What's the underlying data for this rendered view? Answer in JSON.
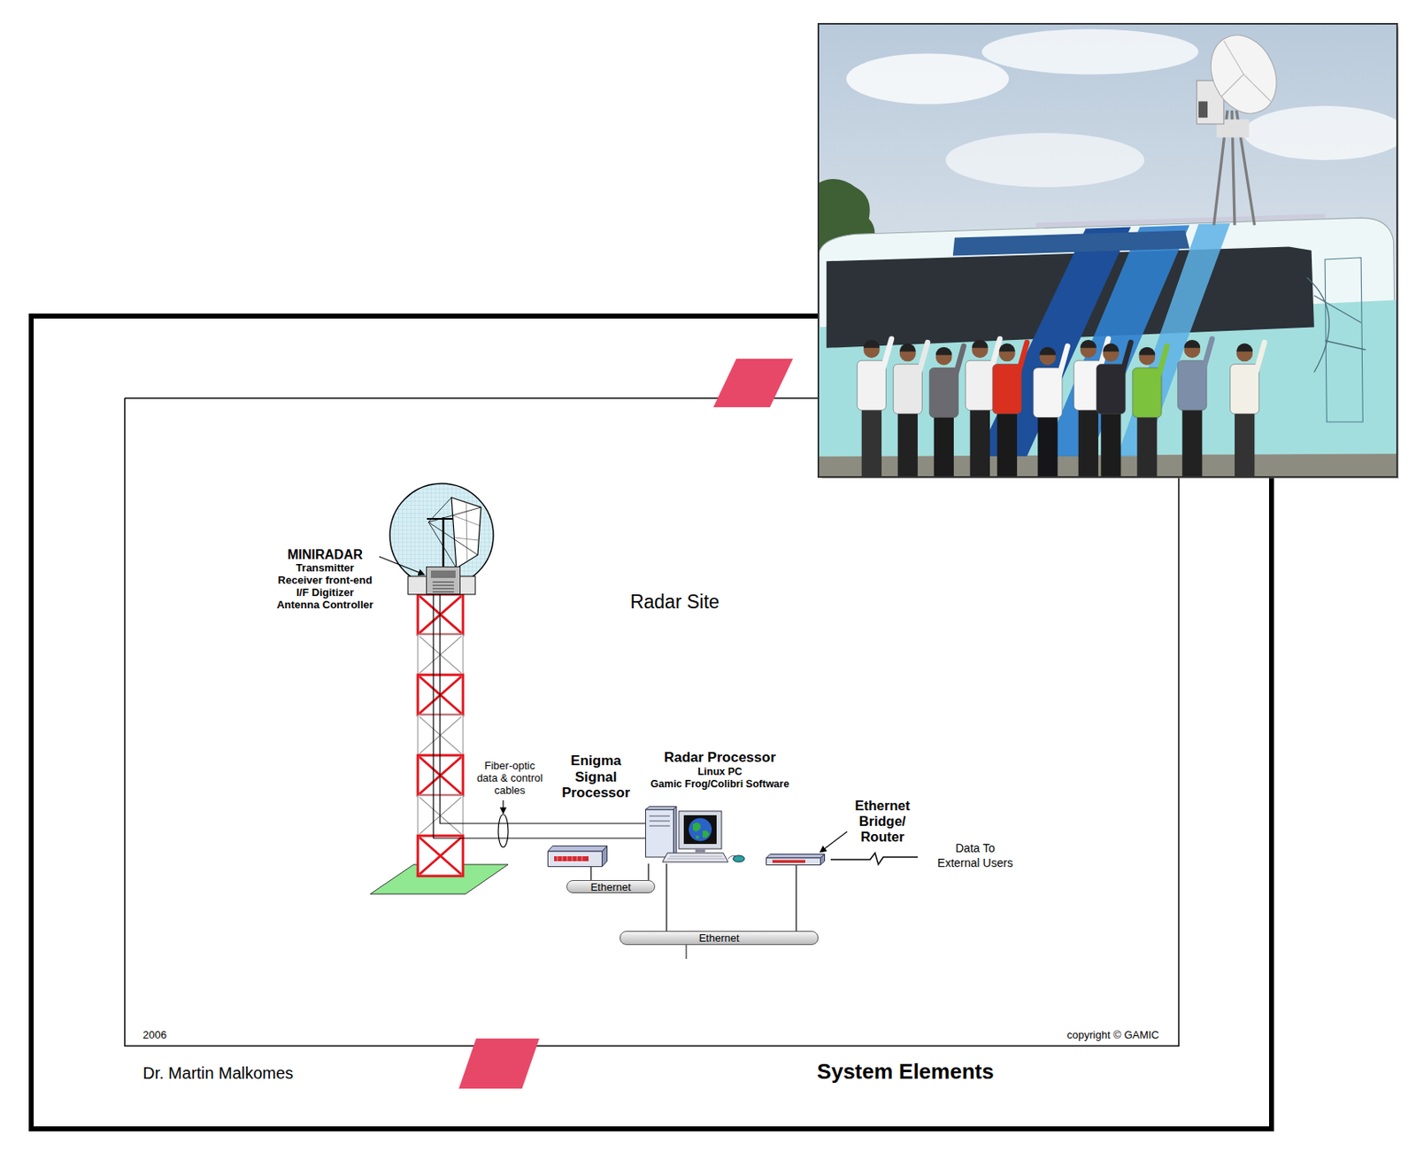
{
  "diagram": {
    "title": "System Elements",
    "nodes": [
      {
        "text": [
          "MINIRADAR",
          "Transmitter Receiver front-end I/F Digitizer Antenna Controller"
        ]
      },
      {
        "text": [
          "Enigma Signal Processor"
        ]
      },
      {
        "text": [
          "Radar Processor",
          "Linux PC",
          "Gamic Frog/Colibri Software"
        ]
      },
      {
        "text": [
          "Ethernet Bridge/ Router"
        ]
      },
      {
        "text": [
          "Ethernet"
        ]
      },
      {
        "text": [
          "Ethernet"
        ]
      }
    ],
    "edges": [
      {
        "from": 0,
        "to": 2,
        "arrow": "none"
      },
      {
        "from": 1,
        "to": 4,
        "arrow": "none"
      },
      {
        "from": 2,
        "to": 4,
        "arrow": "none"
      },
      {
        "from": 2,
        "to": 5,
        "arrow": "none"
      },
      {
        "from": 3,
        "to": 5,
        "arrow": "none"
      }
    ],
    "labels": [
      "Radar Site",
      "Fiber-optic data & control cables",
      "Data To External Users",
      "2006",
      "copyright © GAMIC",
      "Dr. Martin Malkomes"
    ]
  }
}
